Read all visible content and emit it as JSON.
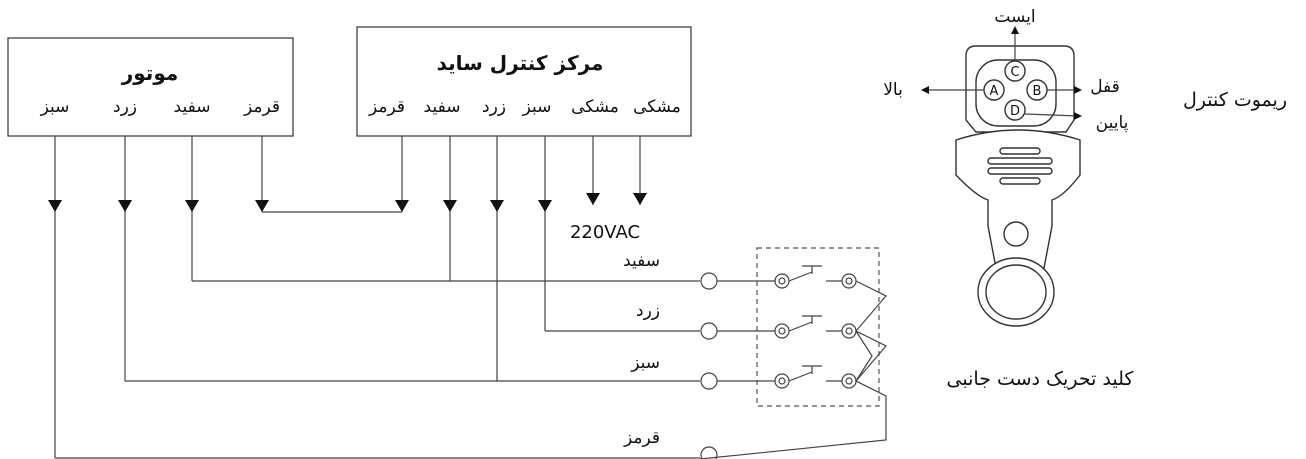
{
  "motor": {
    "title": "موتور",
    "terminals": [
      "سبز",
      "زرد",
      "سفید",
      "قرمز"
    ]
  },
  "controller": {
    "title": "مرکز کنترل ساید",
    "terminals": [
      "قرمز",
      "سفید",
      "زرد",
      "سبز",
      "مشکی",
      "مشکی"
    ],
    "power_label": "220VAC"
  },
  "side_switch": {
    "rows": [
      "سفید",
      "زرد",
      "سبز",
      "قرمز"
    ],
    "caption": "کلید تحریک دست جانبی"
  },
  "remote": {
    "title": "ریموت کنترل",
    "buttons": [
      "C",
      "A",
      "B",
      "D"
    ],
    "labels": {
      "stop": "ایست",
      "up": "بالا",
      "lock": "قفل",
      "down": "پایین"
    }
  }
}
